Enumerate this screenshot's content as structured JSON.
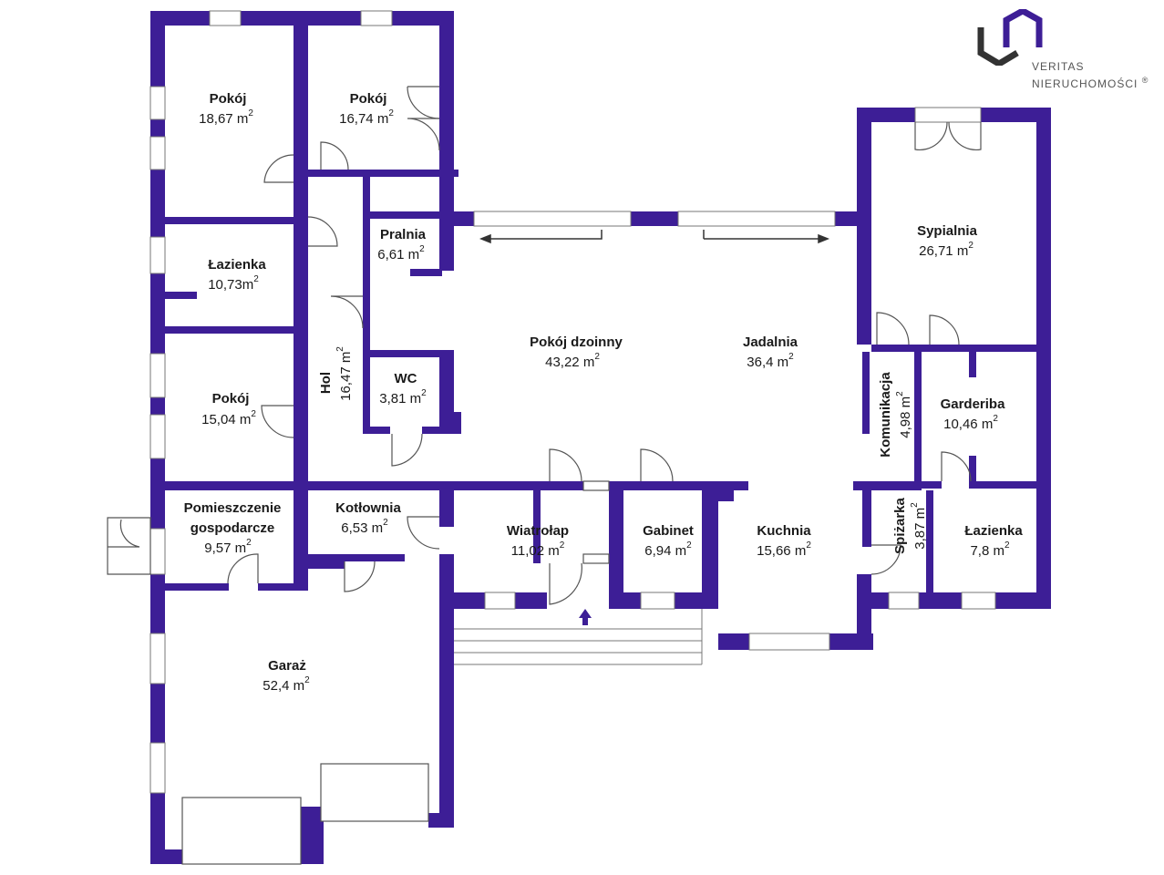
{
  "logo": {
    "line1": "VERITAS",
    "line2": "NIERUCHOMOŚCI",
    "reg": "®"
  },
  "rooms": [
    {
      "id": "pokoj-1",
      "name": "Pokój",
      "area": "18,67 m",
      "sup": "2"
    },
    {
      "id": "pokoj-2",
      "name": "Pokój",
      "area": "16,74 m",
      "sup": "2"
    },
    {
      "id": "lazienka-1",
      "name": "Łazienka",
      "area": "10,73m",
      "sup": "2"
    },
    {
      "id": "pralnia",
      "name": "Pralnia",
      "area": "6,61 m",
      "sup": "2"
    },
    {
      "id": "hol",
      "name": "Hol",
      "area": "16,47 m",
      "sup": "2"
    },
    {
      "id": "wc",
      "name": "WC",
      "area": "3,81 m",
      "sup": "2"
    },
    {
      "id": "pokoj-3",
      "name": "Pokój",
      "area": "15,04 m",
      "sup": "2"
    },
    {
      "id": "pokoj-dzienny",
      "name": "Pokój dzoinny",
      "area": "43,22 m",
      "sup": "2"
    },
    {
      "id": "jadalnia",
      "name": "Jadalnia",
      "area": "36,4 m",
      "sup": "2"
    },
    {
      "id": "sypialnia",
      "name": "Sypialnia",
      "area": "26,71 m",
      "sup": "2"
    },
    {
      "id": "komunikacja",
      "name": "Komunikacja",
      "area": "4,98 m",
      "sup": "2"
    },
    {
      "id": "garderoba",
      "name": "Garderiba",
      "area": "10,46 m",
      "sup": "2"
    },
    {
      "id": "pomieszczenie",
      "name": "Pomieszczenie",
      "name2": "gospodarcze",
      "area": "9,57 m",
      "sup": "2"
    },
    {
      "id": "kotlownia",
      "name": "Kotłownia",
      "area": "6,53 m",
      "sup": "2"
    },
    {
      "id": "wiatrolap",
      "name": "Wiatrołap",
      "area": "11,02 m",
      "sup": "2"
    },
    {
      "id": "gabinet",
      "name": "Gabinet",
      "area": "6,94 m",
      "sup": "2"
    },
    {
      "id": "kuchnia",
      "name": "Kuchnia",
      "area": "15,66 m",
      "sup": "2"
    },
    {
      "id": "spizarka",
      "name": "Spiżarka",
      "area": "3,87 m",
      "sup": "2"
    },
    {
      "id": "lazienka-2",
      "name": "Łazienka",
      "area": "7,8 m",
      "sup": "2"
    },
    {
      "id": "garaz",
      "name": "Garaż",
      "area": "52,4 m",
      "sup": "2"
    }
  ],
  "colors": {
    "wall": "#3d1e96",
    "window": "#ffffff",
    "door": "#555555"
  }
}
